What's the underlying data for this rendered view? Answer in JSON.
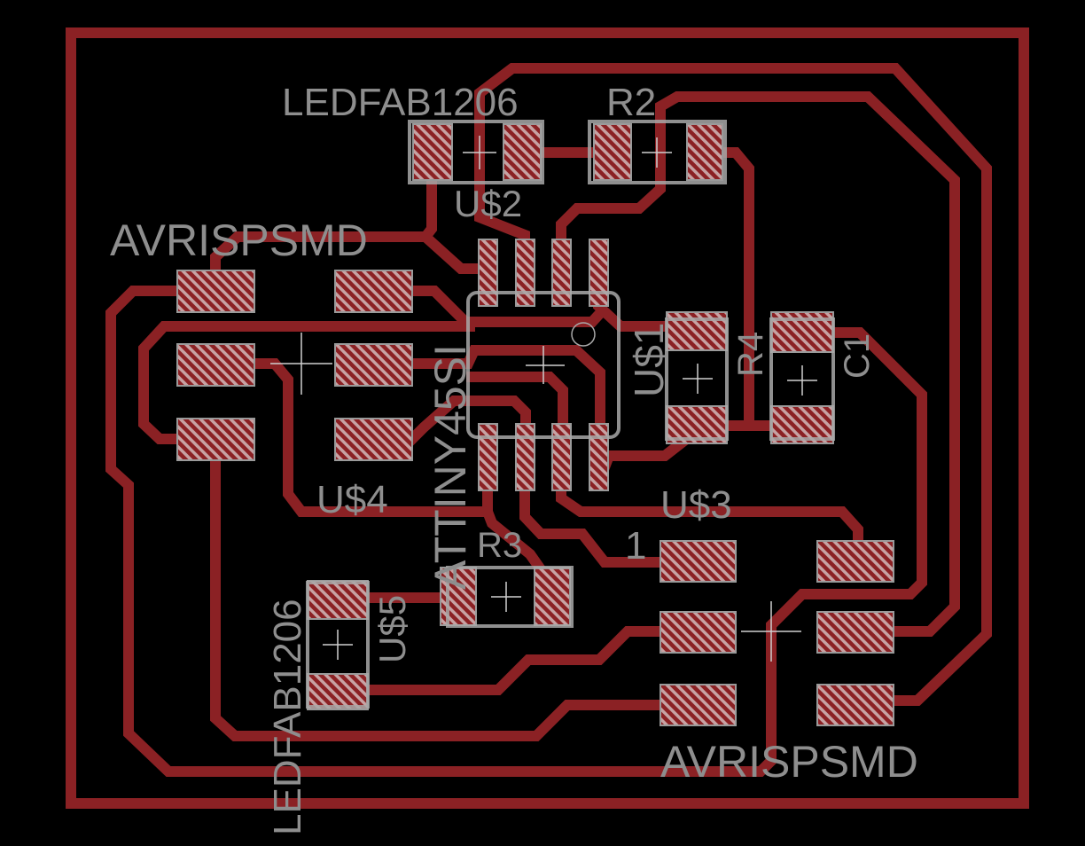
{
  "colors": {
    "background": "#000000",
    "copper": "#8b2124",
    "silkscreen": "#8e8e8e"
  },
  "labels": {
    "led_top_value": "LEDFAB1206",
    "led_top_name": "U$2",
    "r2": "R2",
    "avr_left_value": "AVRISPSMD",
    "avr_left_name": "U$4",
    "ic_value": "ATTINY45SI",
    "ic_name": "U$1",
    "r4": "R4",
    "c1": "C1",
    "avr_right_name": "U$3",
    "avr_right_pin1": "1",
    "avr_right_value": "AVRISPSMD",
    "r3": "R3",
    "led_bottom_value": "LEDFAB1206",
    "led_bottom_name": "U$5"
  }
}
